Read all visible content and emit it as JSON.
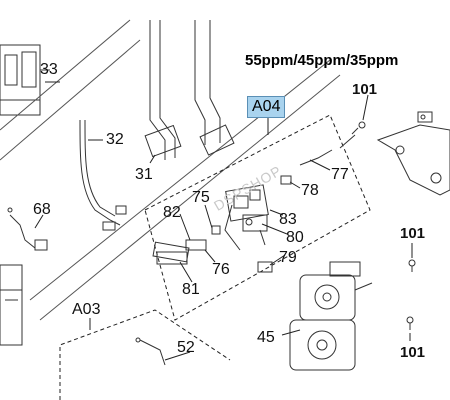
{
  "title": "55ppm/45ppm/35ppm",
  "section_highlighted": "A04",
  "section_other": "A03",
  "watermark": "DSPSHOP",
  "parts": {
    "p33": "33",
    "p32": "32",
    "p31": "31",
    "p68": "68",
    "p101a": "101",
    "p101b": "101",
    "p101c": "101",
    "p77": "77",
    "p78": "78",
    "p75": "75",
    "p82": "82",
    "p83": "83",
    "p80": "80",
    "p79": "79",
    "p76": "76",
    "p81": "81",
    "p45": "45",
    "p52": "52"
  },
  "colors": {
    "highlight": "#a9d3ee",
    "line": "#333333"
  }
}
